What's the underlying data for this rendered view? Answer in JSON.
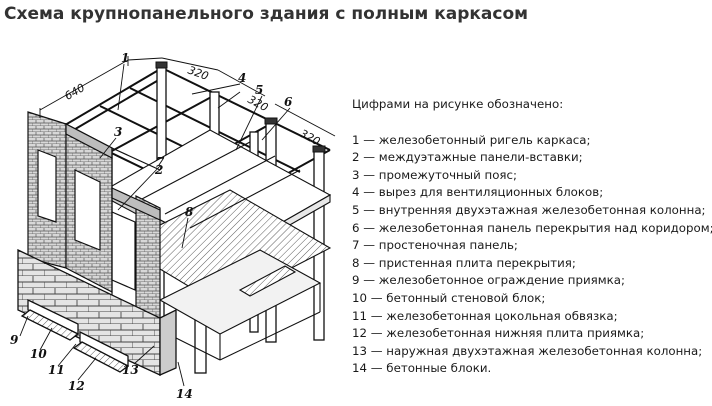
{
  "title": "Схема крупнопанельного здания с полным каркасом",
  "legend": {
    "heading": "Цифрами на рисунке обозначено:",
    "items": [
      "1 — железобетонный ригель каркаса;",
      "2 — междуэтажные панели-вставки;",
      "3 — промежуточный пояс;",
      "4 — вырез для вентиляционных блоков;",
      "5 — внутренняя двухэтажная железобетонная колонна;",
      "6 — железобетонная панель перекрытия над коридором;",
      "7 — простеночная панель;",
      "8 — пристенная плита перекрытия;",
      "9 — железобетонное ограждение приямка;",
      "10 — бетонный стеновой блок;",
      "11 — железобетонная цокольная обвязка;",
      "12 — железобетонная нижняя плита приямка;",
      "13 — наружная двухэтажная железобетонная колонна;",
      "14 — бетонные блоки."
    ]
  },
  "figure": {
    "dimensions": {
      "d640": "640",
      "d320a": "320",
      "d320b": "320",
      "d320c": "320"
    },
    "callouts": {
      "c1": "1",
      "c2": "2",
      "c3": "3",
      "c4": "4",
      "c5": "5",
      "c6": "6",
      "c7": "7",
      "c8": "8",
      "c9": "9",
      "c10": "10",
      "c11": "11",
      "c12": "12",
      "c13": "13",
      "c14": "14"
    }
  }
}
